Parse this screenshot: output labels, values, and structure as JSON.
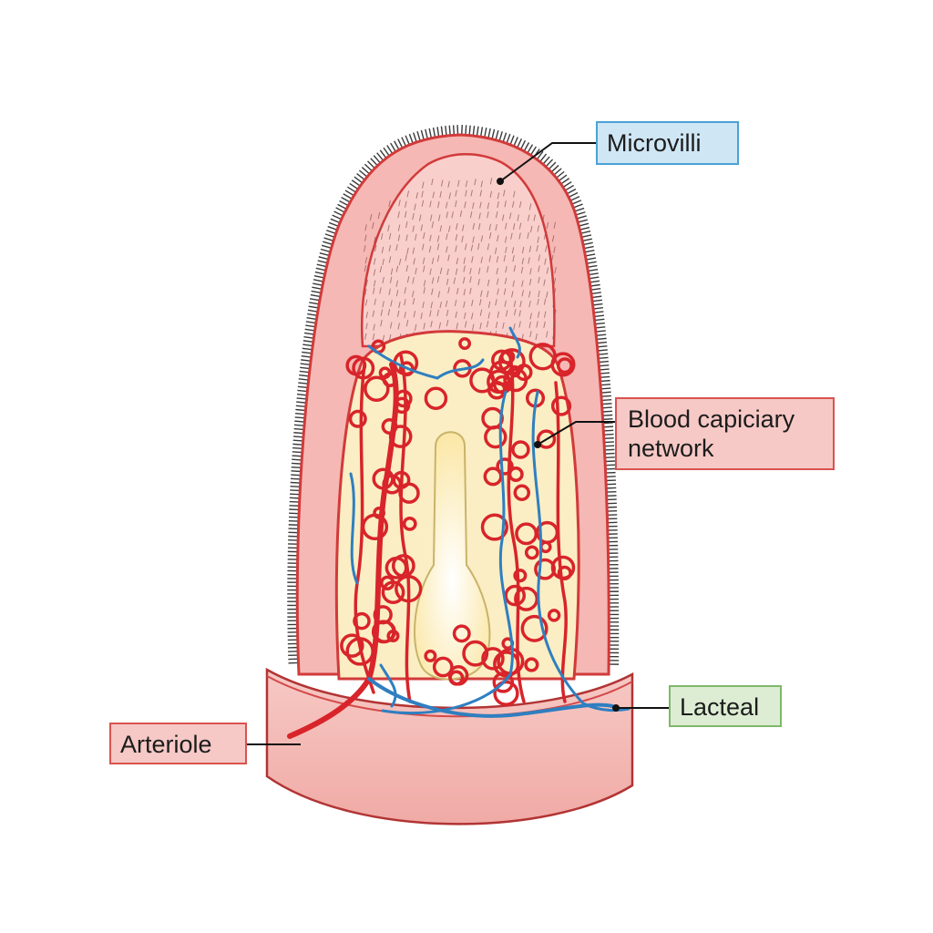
{
  "diagram": {
    "labels": {
      "microvilli": "Microvilli",
      "capillary_line1": "Blood capiciary",
      "capillary_line2": "network",
      "lacteal": "Lacteal",
      "arteriole": "Arteriole"
    },
    "colors": {
      "epithelium_fill": "#f5b8b4",
      "epithelium_stroke": "#d23a3a",
      "core_fill": "#fbeec4",
      "lacteal_fill": "#fff6d8",
      "capillary_red": "#d8242a",
      "vessel_blue": "#2f7fc0",
      "base_fill": "#f4b9b4",
      "leader_line": "#111111"
    }
  }
}
